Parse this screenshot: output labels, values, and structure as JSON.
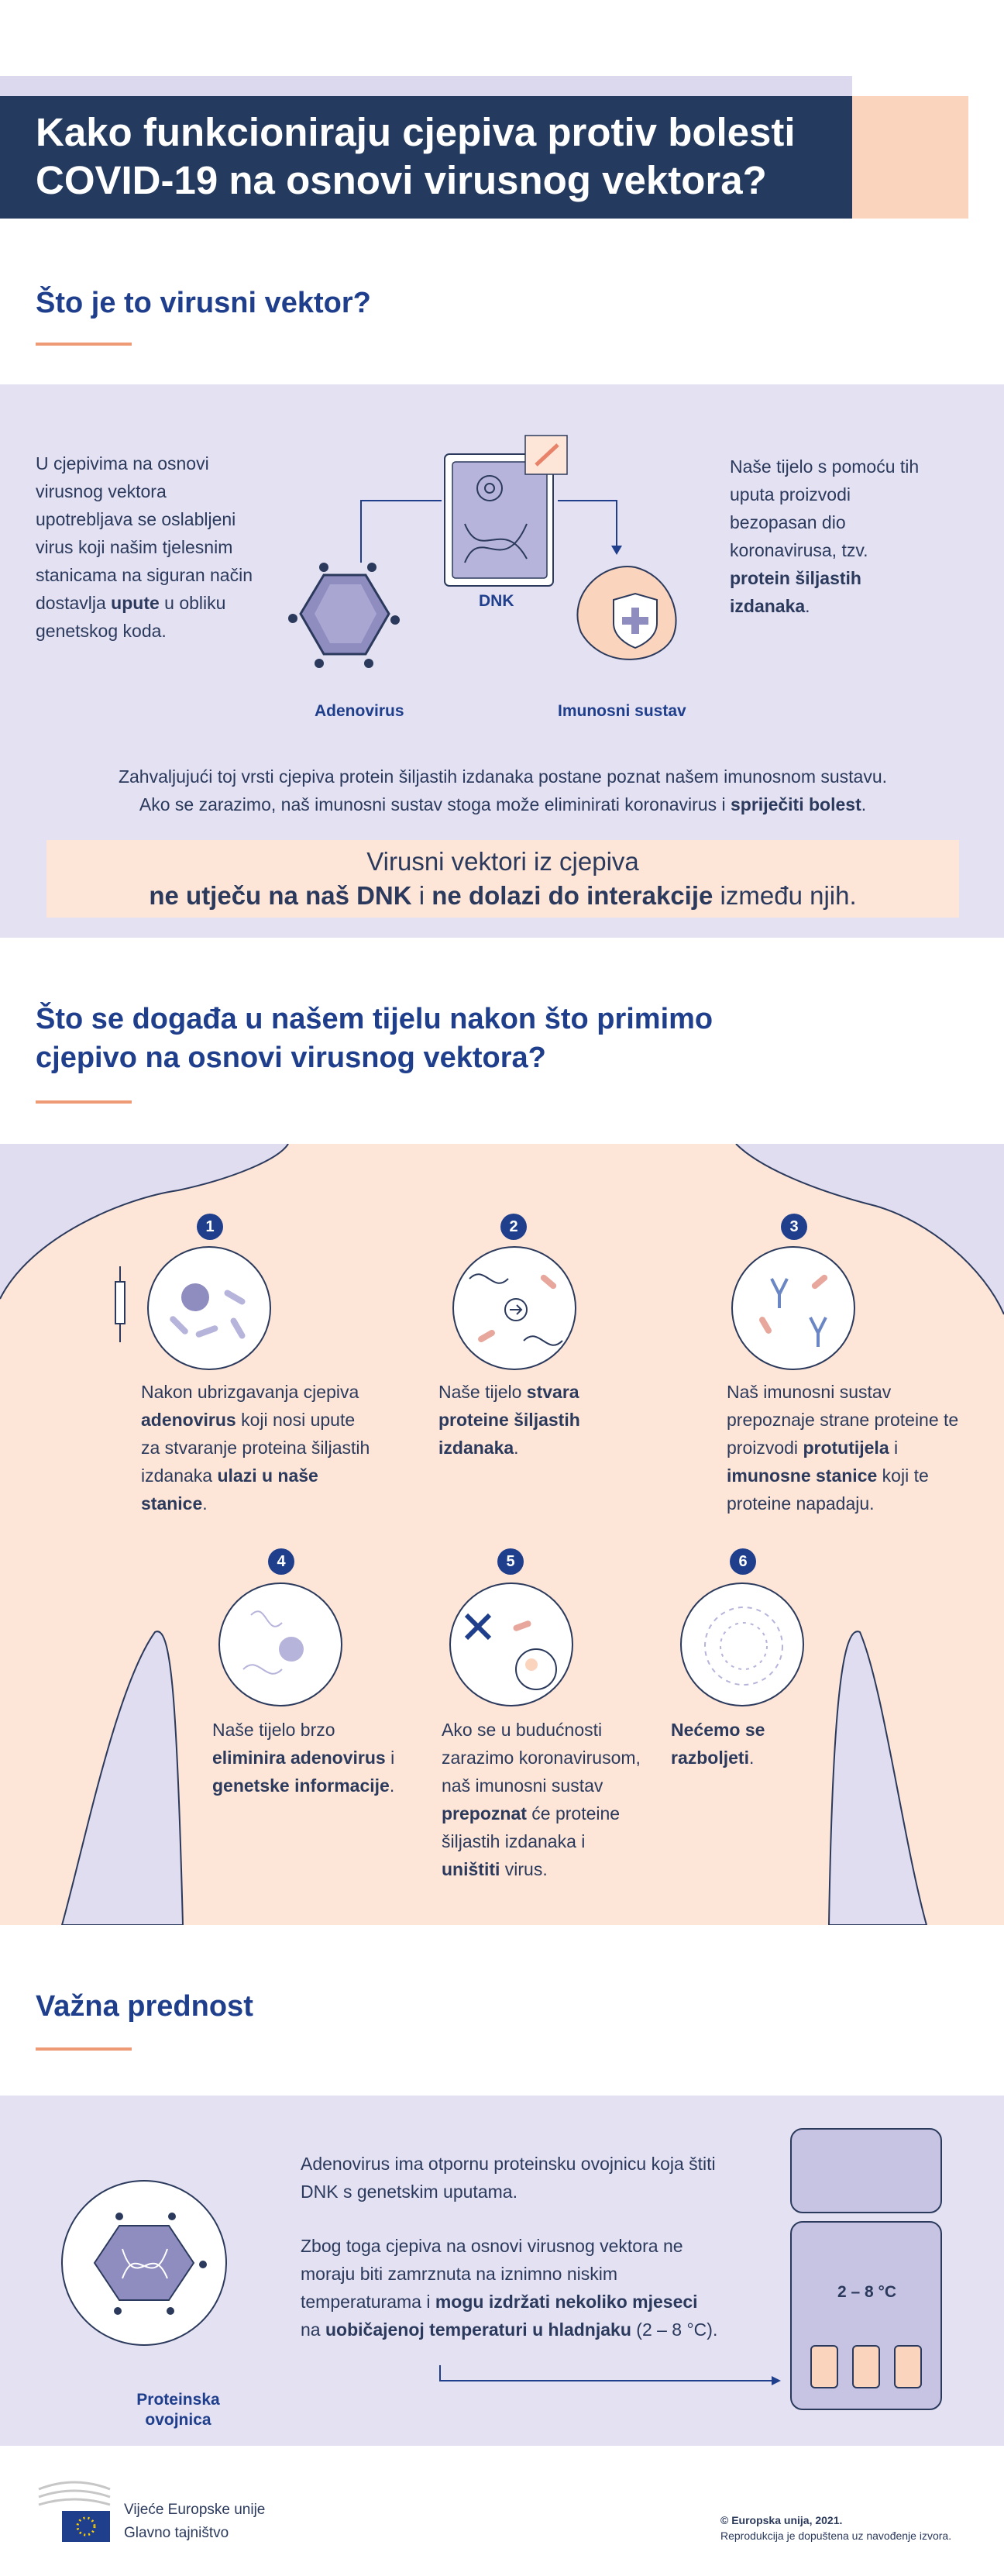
{
  "header": {
    "title": "Kako funkcioniraju cjepiva protiv bolesti COVID-19 na osnovi virusnog vektora?"
  },
  "section1": {
    "heading": "Što je to virusni vektor?",
    "left_text": {
      "part1": "U cjepivima na osnovi virusnog vektora upotrebljava se oslabljeni virus koji našim tjelesnim stanicama na siguran način dostavlja ",
      "bold": "upute",
      "part2": " u obliku genetskog koda."
    },
    "right_text": {
      "part1": "Naše tijelo s pomoću tih uputa proizvodi bezopasan dio koronavirusa, tzv. ",
      "bold": "protein šiljastih izdanaka",
      "part2": "."
    },
    "labels": {
      "adenovirus": "Adenovirus",
      "dnk": "DNK",
      "immune": "Imunosni sustav"
    },
    "middle_text": {
      "line1": "Zahvaljujući toj vrsti cjepiva protein šiljastih izdanaka postane poznat našem imunosnom sustavu.",
      "line2_part1": "Ako se zarazimo, naš imunosni sustav stoga može eliminirati koronavirus i ",
      "line2_bold": "spriječiti bolest",
      "line2_part2": "."
    },
    "box": {
      "line1": "Virusni vektori iz cjepiva",
      "bold1": "ne utječu na naš DNK",
      "mid": " i ",
      "bold2": "ne dolazi do interakcije",
      "end": " između njih."
    }
  },
  "section2": {
    "heading": "Što se događa u našem tijelu nakon što primimo cjepivo na osnovi virusnog vektora?",
    "steps": [
      {
        "num": "1",
        "p1": "Nakon ubrizgavanja cjepiva ",
        "b1": "adenovirus",
        "p2": " koji nosi upute za stvaranje proteina šiljastih izdanaka ",
        "b2": "ulazi u naše stanice",
        "p3": "."
      },
      {
        "num": "2",
        "p1": "Naše tijelo ",
        "b1": "stvara proteine šiljastih izdanaka",
        "p2": "."
      },
      {
        "num": "3",
        "p1": "Naš imunosni sustav prepoznaje strane proteine te proizvodi ",
        "b1": "protutijela",
        "p2": " i ",
        "b2": "imunosne stanice",
        "p3": " koji te proteine napadaju."
      },
      {
        "num": "4",
        "p1": "Naše tijelo brzo ",
        "b1": "eliminira adenovirus",
        "p2": " i ",
        "b2": "genetske informacije",
        "p3": "."
      },
      {
        "num": "5",
        "p1": "Ako se u budućnosti zarazimo koronavirusom, naš imunosni sustav ",
        "b1": "prepoznat",
        "p2": " će proteine šiljastih izdanaka i ",
        "b2": "uništiti",
        "p3": " virus."
      },
      {
        "num": "6",
        "b1": "Nećemo se razboljeti",
        "p2": "."
      }
    ]
  },
  "section3": {
    "heading": "Važna prednost",
    "text1": "Adenovirus ima otpornu proteinsku ovojnicu koja štiti DNK s genetskim uputama.",
    "text2": {
      "p1": "Zbog toga cjepiva na osnovi virusnog vektora ne moraju biti zamrznuta na iznimno niskim temperaturama i ",
      "b1": "mogu izdržati nekoliko mjeseci",
      "p2": " na ",
      "b2": "uobičajenoj temperaturi u hladnjaku",
      "p3": " (2 – 8 °C)."
    },
    "shell_label": "Proteinska ovojnica",
    "fridge_temp": "2 – 8 °C"
  },
  "footer": {
    "org": "Vijeće Europske unije",
    "dept": "Glavno tajništvo",
    "copyright": "© Europska unija, 2021.",
    "repro": "Reprodukcija je dopuštena uz navođenje izvora."
  },
  "colors": {
    "navy": "#243a5e",
    "blue": "#1f3f8c",
    "lavender": "#e3e1f2",
    "peach": "#fbd4bd",
    "orange_rule": "#ee9a74"
  }
}
